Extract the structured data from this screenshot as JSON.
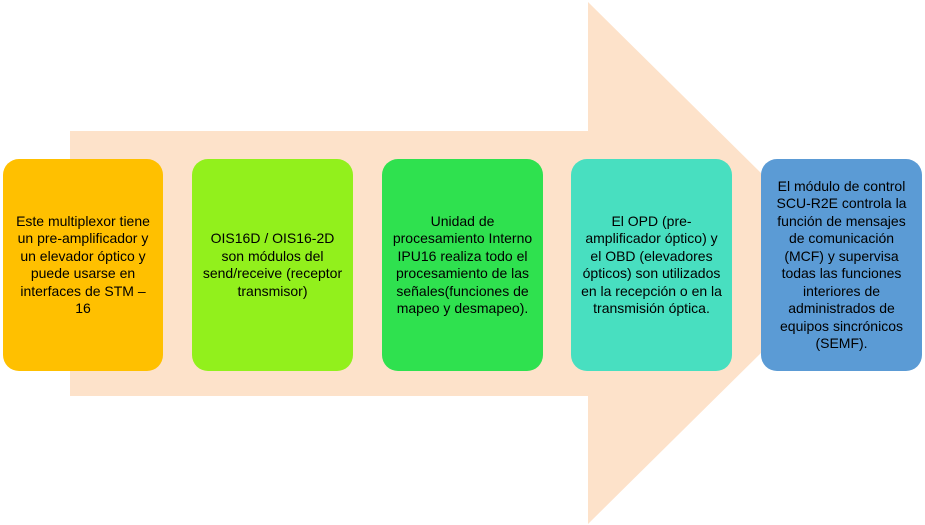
{
  "colors": {
    "arrow": "#fde2ca",
    "box_1": "#ffc000",
    "box_2": "#92f01c",
    "box_3": "#2fe14f",
    "box_4": "#48dfc0",
    "box_5": "#5b9bd5"
  },
  "steps": [
    {
      "text": "Este multiplexor tiene un pre-amplificador y un elevador óptico y puede usarse en interfaces de STM – 16"
    },
    {
      "text": "OIS16D / OIS16-2D son módulos del send/receive (receptor transmisor)"
    },
    {
      "text": "Unidad de procesamiento Interno IPU16 realiza todo el procesamiento de las señales(funciones de mapeo y desmapeo)."
    },
    {
      "text": "El OPD (pre-amplificador óptico) y el OBD (elevadores ópticos) son utilizados en la recepción o en la transmisión óptica."
    },
    {
      "text": "El módulo de control SCU-R2E controla la función de mensajes de comunicación (MCF) y supervisa todas las funciones interiores de administrados de equipos sincrónicos (SEMF)."
    }
  ]
}
